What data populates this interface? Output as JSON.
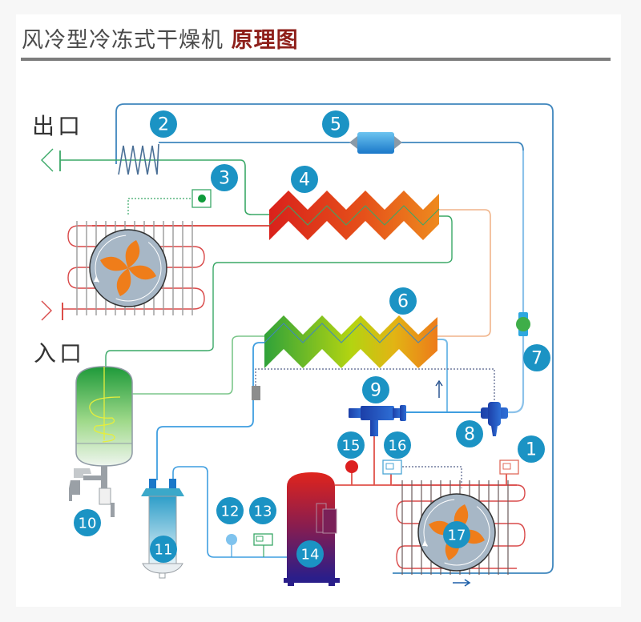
{
  "header": {
    "title_main": "风冷型冷冻式干燥机",
    "title_highlight": "原理图"
  },
  "labels": {
    "outlet": "出口",
    "inlet": "入口"
  },
  "colors": {
    "badge": "#1b93c4",
    "highlight": "#8e1f1a",
    "refrigerant_line": "#3f86bd",
    "air_line": "#4aaa6a",
    "hot_line": "#d94a4a",
    "fan_blade": "#ef7d1a"
  },
  "components": [
    {
      "number": "1"
    },
    {
      "number": "2"
    },
    {
      "number": "3"
    },
    {
      "number": "4"
    },
    {
      "number": "5"
    },
    {
      "number": "6"
    },
    {
      "number": "7"
    },
    {
      "number": "8"
    },
    {
      "number": "9"
    },
    {
      "number": "10"
    },
    {
      "number": "11"
    },
    {
      "number": "12"
    },
    {
      "number": "13"
    },
    {
      "number": "14"
    },
    {
      "number": "15"
    },
    {
      "number": "16"
    },
    {
      "number": "17"
    }
  ]
}
